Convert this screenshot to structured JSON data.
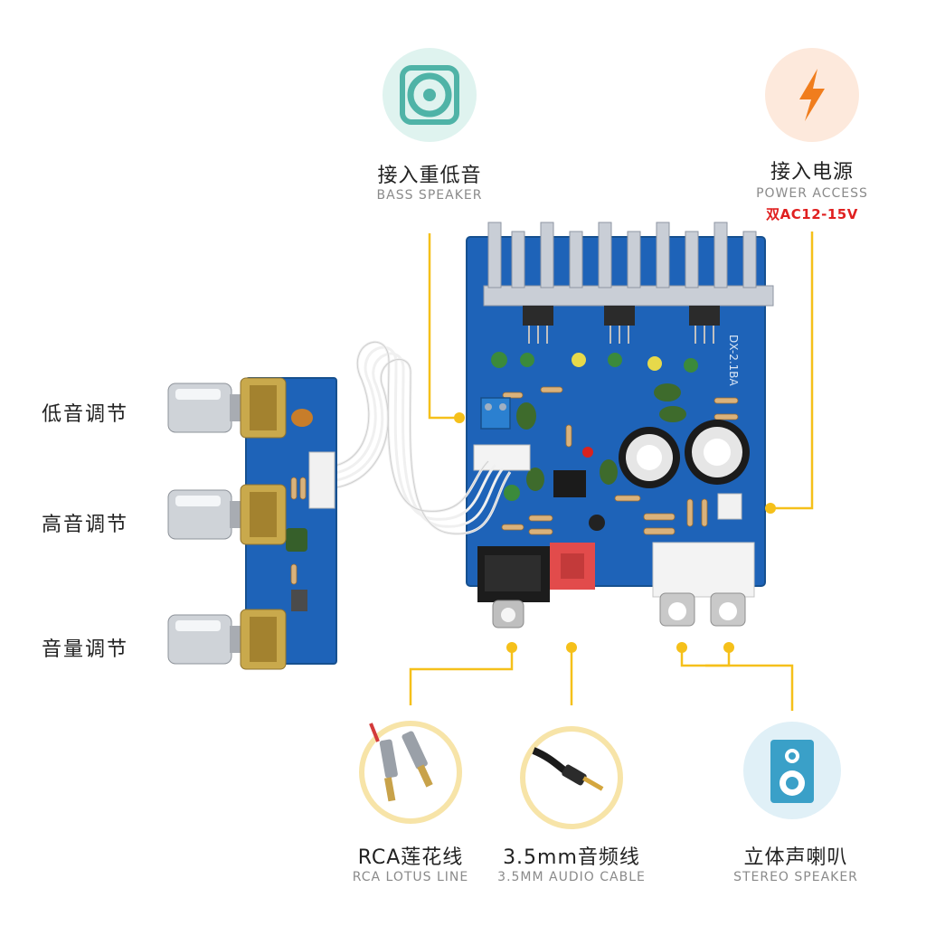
{
  "callouts": {
    "bass_speaker": {
      "cn": "接入重低音",
      "en": "BASS SPEAKER",
      "icon": "speaker-icon"
    },
    "power_access": {
      "cn": "接入电源",
      "en": "POWER ACCESS",
      "spec": "双AC12-15V",
      "icon": "lightning-icon"
    },
    "rca_line": {
      "cn": "RCA莲花线",
      "en": "RCA LOTUS LINE",
      "icon": "rca-cable-icon"
    },
    "audio_cable": {
      "cn": "3.5mm音频线",
      "en": "3.5MM AUDIO CABLE",
      "icon": "audio-jack-icon"
    },
    "stereo_speaker": {
      "cn": "立体声喇叭",
      "en": "STEREO SPEAKER",
      "icon": "stereo-speaker-icon"
    }
  },
  "knobs": [
    {
      "label": "低音调节"
    },
    {
      "label": "高音调节"
    },
    {
      "label": "音量调节"
    }
  ],
  "board": {
    "model": "DX-2.1BA"
  },
  "colors": {
    "pcb": "#1e63b8",
    "accent_yellow": "#f5c01a",
    "power_circle": "#fde9dc",
    "power_bolt": "#f07d1d",
    "bass_circle": "#dff3ef",
    "bass_icon": "#4fb3a7",
    "stereo_circle": "#e0f0f7",
    "stereo_icon": "#3aa0c8",
    "spec_red": "#e02020"
  }
}
